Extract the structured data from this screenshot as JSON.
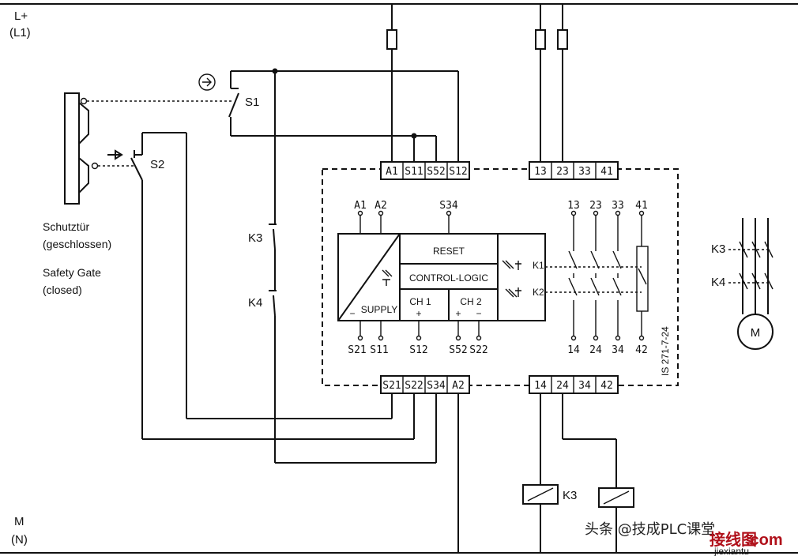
{
  "rails": {
    "top": [
      "L+",
      "(L1)"
    ],
    "bottom": [
      "M",
      "(N)"
    ]
  },
  "gate": {
    "de": [
      "Schutztür",
      "(geschlossen)"
    ],
    "en": [
      "Safety Gate",
      "(closed)"
    ]
  },
  "switches": {
    "s1": "S1",
    "s2": "S2",
    "k3": "K3",
    "k4": "K4"
  },
  "terminals_top_left": [
    "A1",
    "S11",
    "S52",
    "S12"
  ],
  "terminals_top_right": [
    "13",
    "23",
    "33",
    "41"
  ],
  "terminals_bottom_left": [
    "S21",
    "S22",
    "S34",
    "A2"
  ],
  "terminals_bottom_right": [
    "14",
    "24",
    "34",
    "42"
  ],
  "module": {
    "top_pins": [
      "A1",
      "A2",
      "S34"
    ],
    "bottom_pins": [
      "S21",
      "S11",
      "S12",
      "S52",
      "S22"
    ],
    "reset": "RESET",
    "logic": "CONTROL-LOGIC",
    "supply": "SUPPLY",
    "ch1": "CH 1",
    "ch2": "CH 2",
    "relay_k1": "K1",
    "relay_k2": "K2",
    "contacts_top": [
      "13",
      "23",
      "33",
      "41"
    ],
    "contacts_bottom": [
      "14",
      "24",
      "34",
      "42"
    ],
    "part_no": "IS 271-7-24"
  },
  "motor": {
    "label": "M",
    "k3": "K3",
    "k4": "K4"
  },
  "coils": {
    "k3": "K3"
  },
  "watermark": {
    "text": "头条 @技成PLC课堂",
    "site": "接线图",
    "com": ".com",
    "url": "jiexiantu"
  }
}
